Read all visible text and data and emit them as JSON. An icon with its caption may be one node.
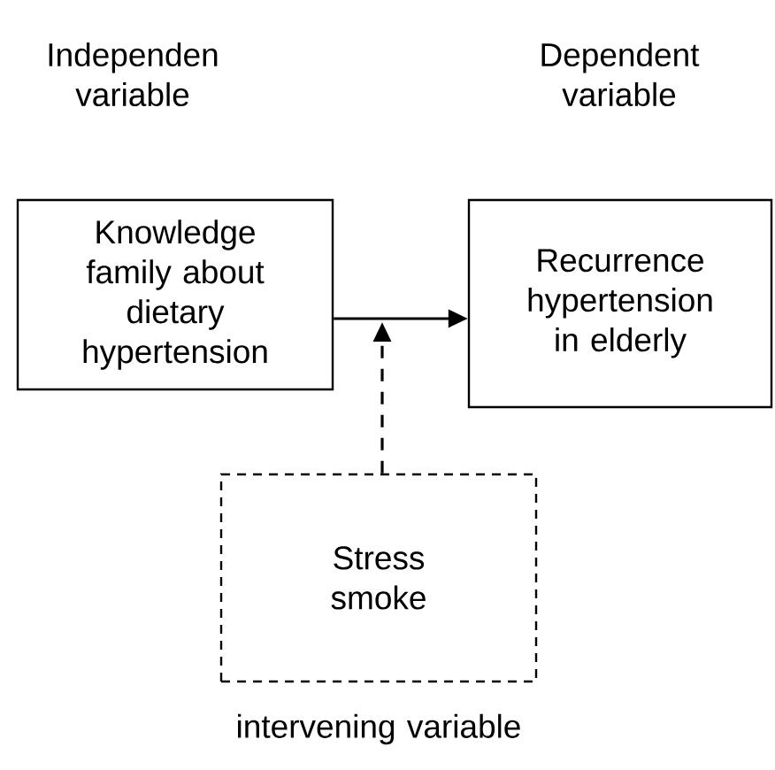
{
  "diagram": {
    "nodes": [
      {
        "text": [
          "Independen variable",
          "Knowledge family about dietary hypertension"
        ]
      },
      {
        "text": [
          "Dependent variable",
          "Recurrence hypertension in elderly"
        ]
      },
      {
        "text": [
          "Stress smoke",
          "intervening variable"
        ]
      }
    ],
    "edges": [
      {
        "from": 0,
        "to": 1,
        "arrow": "to"
      },
      {
        "from": 2,
        "to": null,
        "arrow": "to",
        "style": "dashed"
      }
    ]
  }
}
